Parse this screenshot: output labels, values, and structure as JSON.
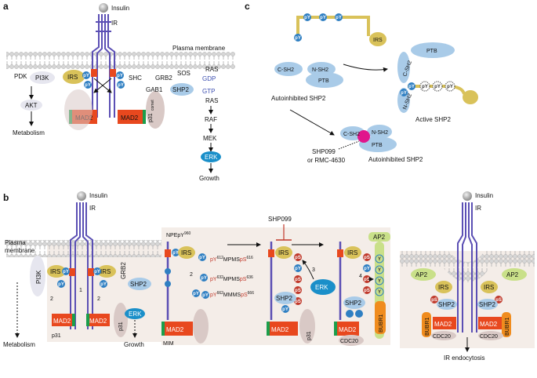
{
  "panels": {
    "a": "a",
    "b": "b",
    "c": "c"
  },
  "colors": {
    "receptor": "#5b4fb4",
    "irs": "#d9c25a",
    "py": "#2f7fc2",
    "mad2": "#e8481e",
    "erk": "#1a8fc9",
    "shp2": "#a9cbe8",
    "p31": "#d9c9c6",
    "ps": "#c0392b",
    "bubr1": "#f08c1e",
    "ap2": "#c9e089",
    "shp2_active": "#e0168c"
  },
  "labels": {
    "insulin": "Insulin",
    "ir": "IR",
    "plasma_membrane": "Plasma membrane",
    "plasma": "Plasma",
    "membrane": "membrane",
    "pdk": "PDK",
    "pi3k": "PI3K",
    "akt": "AKT",
    "metabolism": "Metabolism",
    "irs": "IRS",
    "py": "pY",
    "ps": "pS",
    "y": "Y",
    "mad2": "MAD2",
    "p31": "p31",
    "comet": "comet",
    "shc": "SHC",
    "grb2": "GRB2",
    "sos": "SOS",
    "gab1": "GAB1",
    "shp2": "SHP2",
    "ras": "RAS",
    "gdp": "GDP",
    "gtp": "GTP",
    "raf": "RAF",
    "mek": "MEK",
    "erk": "ERK",
    "growth": "Growth",
    "c_sh2": "C-SH2",
    "n_sh2": "N-SH2",
    "ptb": "PTB",
    "autoinhibited_shp2": "Autoinhibited SHP2",
    "active_shp2": "Active SHP2",
    "shp099_line1": "SHP099",
    "shp099_line2": "or RMC-4630",
    "shp099": "SHP099",
    "npepy": "NPEpY",
    "npepy_num": "960",
    "mim": "MIM",
    "ap2": "AP2",
    "bubr1": "BUBR1",
    "cdc20": "CDC20",
    "ir_endocytosis": "IR endocytosis",
    "motif1_a": "pY",
    "motif1_b": "612",
    "motif1_c": "MPMS",
    "motif1_d": "616",
    "motif2_a": "pY",
    "motif2_b": "632",
    "motif2_c": "MPMS",
    "motif2_d": "636",
    "motif3_a": "pY",
    "motif3_b": "662",
    "motif3_c": "MMMS",
    "motif3_d": "666",
    "n1": "1",
    "n2": "2",
    "n3": "3",
    "n4": "4"
  }
}
